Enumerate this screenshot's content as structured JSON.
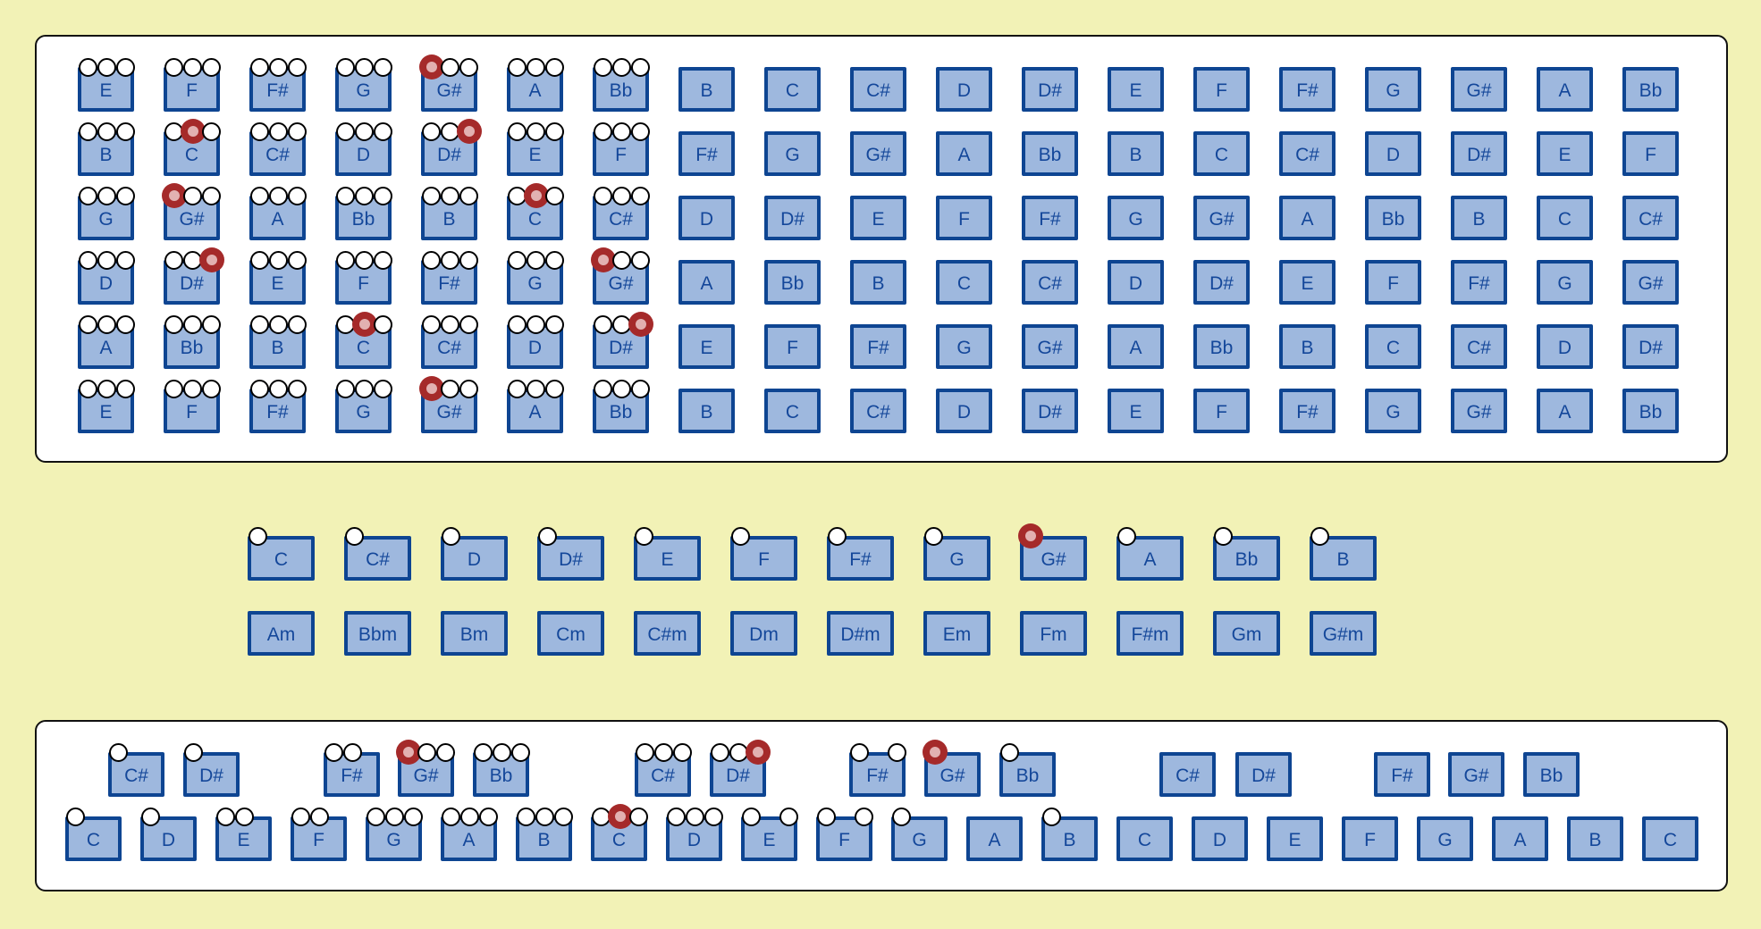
{
  "colors": {
    "background": "#f2f2b6",
    "key_fill": "#9eb8de",
    "key_border": "#0e4592",
    "marker": "#a52a2a"
  },
  "fretboard": {
    "circle_frets": 7,
    "strings": [
      {
        "notes": [
          "E",
          "F",
          "F#",
          "G",
          "G#",
          "A",
          "Bb",
          "B",
          "C",
          "C#",
          "D",
          "D#",
          "E",
          "F",
          "F#",
          "G",
          "G#",
          "A",
          "Bb"
        ],
        "markers": [
          {
            "fret": 4,
            "slot": 0
          }
        ]
      },
      {
        "notes": [
          "B",
          "C",
          "C#",
          "D",
          "D#",
          "E",
          "F",
          "F#",
          "G",
          "G#",
          "A",
          "Bb",
          "B",
          "C",
          "C#",
          "D",
          "D#",
          "E",
          "F"
        ],
        "markers": [
          {
            "fret": 1,
            "slot": 1
          },
          {
            "fret": 4,
            "slot": 2
          }
        ]
      },
      {
        "notes": [
          "G",
          "G#",
          "A",
          "Bb",
          "B",
          "C",
          "C#",
          "D",
          "D#",
          "E",
          "F",
          "F#",
          "G",
          "G#",
          "A",
          "Bb",
          "B",
          "C",
          "C#"
        ],
        "markers": [
          {
            "fret": 1,
            "slot": 0
          },
          {
            "fret": 5,
            "slot": 1
          }
        ]
      },
      {
        "notes": [
          "D",
          "D#",
          "E",
          "F",
          "F#",
          "G",
          "G#",
          "A",
          "Bb",
          "B",
          "C",
          "C#",
          "D",
          "D#",
          "E",
          "F",
          "F#",
          "G",
          "G#"
        ],
        "markers": [
          {
            "fret": 1,
            "slot": 2
          },
          {
            "fret": 6,
            "slot": 0
          }
        ]
      },
      {
        "notes": [
          "A",
          "Bb",
          "B",
          "C",
          "C#",
          "D",
          "D#",
          "E",
          "F",
          "F#",
          "G",
          "G#",
          "A",
          "Bb",
          "B",
          "C",
          "C#",
          "D",
          "D#"
        ],
        "markers": [
          {
            "fret": 3,
            "slot": 1
          },
          {
            "fret": 6,
            "slot": 2
          }
        ]
      },
      {
        "notes": [
          "E",
          "F",
          "F#",
          "G",
          "G#",
          "A",
          "Bb",
          "B",
          "C",
          "C#",
          "D",
          "D#",
          "E",
          "F",
          "F#",
          "G",
          "G#",
          "A",
          "Bb"
        ],
        "markers": [
          {
            "fret": 4,
            "slot": 0
          }
        ]
      }
    ]
  },
  "notes_row": [
    {
      "label": "C",
      "marked": false
    },
    {
      "label": "C#",
      "marked": false
    },
    {
      "label": "D",
      "marked": false
    },
    {
      "label": "D#",
      "marked": false
    },
    {
      "label": "E",
      "marked": false
    },
    {
      "label": "F",
      "marked": false
    },
    {
      "label": "F#",
      "marked": false
    },
    {
      "label": "G",
      "marked": false
    },
    {
      "label": "G#",
      "marked": true
    },
    {
      "label": "A",
      "marked": false
    },
    {
      "label": "Bb",
      "marked": false
    },
    {
      "label": "B",
      "marked": false
    }
  ],
  "chords_row": [
    "Am",
    "Bbm",
    "Bm",
    "Cm",
    "C#m",
    "Dm",
    "D#m",
    "Em",
    "Fm",
    "F#m",
    "Gm",
    "G#m"
  ],
  "keyboard": {
    "white": [
      {
        "label": "C",
        "circles": [
          "e"
        ]
      },
      {
        "label": "D",
        "circles": [
          "e"
        ]
      },
      {
        "label": "E",
        "circles": [
          "e",
          "e"
        ]
      },
      {
        "label": "F",
        "circles": [
          "e",
          "e"
        ]
      },
      {
        "label": "G",
        "circles": [
          "e",
          "e",
          "e"
        ]
      },
      {
        "label": "A",
        "circles": [
          "e",
          "e",
          "e"
        ]
      },
      {
        "label": "B",
        "circles": [
          "e",
          "e",
          "e"
        ]
      },
      {
        "label": "C",
        "circles": [
          "e",
          "r",
          "e"
        ]
      },
      {
        "label": "D",
        "circles": [
          "e",
          "e",
          "e"
        ]
      },
      {
        "label": "E",
        "circles": [
          "e",
          "",
          "e"
        ]
      },
      {
        "label": "F",
        "circles": [
          "e",
          "",
          "e"
        ]
      },
      {
        "label": "G",
        "circles": [
          "e"
        ]
      },
      {
        "label": "A",
        "circles": []
      },
      {
        "label": "B",
        "circles": [
          "e"
        ]
      },
      {
        "label": "C",
        "circles": []
      },
      {
        "label": "D",
        "circles": []
      },
      {
        "label": "E",
        "circles": []
      },
      {
        "label": "F",
        "circles": []
      },
      {
        "label": "G",
        "circles": []
      },
      {
        "label": "A",
        "circles": []
      },
      {
        "label": "B",
        "circles": []
      },
      {
        "label": "C",
        "circles": []
      }
    ],
    "black": [
      {
        "label": "C#",
        "circles": [
          "e"
        ]
      },
      {
        "label": "D#",
        "circles": [
          "e"
        ]
      },
      {
        "label": "F#",
        "circles": [
          "e",
          "e"
        ]
      },
      {
        "label": "G#",
        "circles": [
          "r",
          "e",
          "e"
        ]
      },
      {
        "label": "Bb",
        "circles": [
          "e",
          "e",
          "e"
        ]
      },
      {
        "label": "C#",
        "circles": [
          "e",
          "e",
          "e"
        ]
      },
      {
        "label": "D#",
        "circles": [
          "e",
          "e",
          "r"
        ]
      },
      {
        "label": "F#",
        "circles": [
          "e",
          "",
          "e"
        ]
      },
      {
        "label": "G#",
        "circles": [
          "r"
        ]
      },
      {
        "label": "Bb",
        "circles": [
          "e"
        ]
      },
      {
        "label": "C#",
        "circles": []
      },
      {
        "label": "D#",
        "circles": []
      },
      {
        "label": "F#",
        "circles": []
      },
      {
        "label": "G#",
        "circles": []
      },
      {
        "label": "Bb",
        "circles": []
      }
    ]
  }
}
